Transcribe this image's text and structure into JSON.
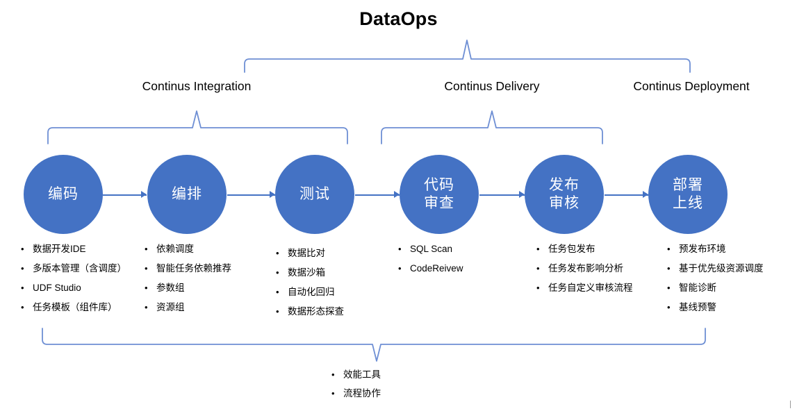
{
  "title": "DataOps",
  "sections": [
    {
      "label": "Continus Integration"
    },
    {
      "label": "Continus Delivery"
    },
    {
      "label": "Continus Deployment"
    }
  ],
  "colors": {
    "node_fill": "#4472C4",
    "arrow": "#4472C4",
    "brace": "#6E8FD4",
    "node_text": "#FFFFFF",
    "text": "#000000",
    "background": "#FFFFFF"
  },
  "flow": {
    "nodes": [
      {
        "name": "coding",
        "lines": [
          "编码"
        ]
      },
      {
        "name": "orchestration",
        "lines": [
          "编排"
        ]
      },
      {
        "name": "testing",
        "lines": [
          "测试"
        ]
      },
      {
        "name": "code-review",
        "lines": [
          "代码",
          "审查"
        ]
      },
      {
        "name": "release-audit",
        "lines": [
          "发布",
          "审核"
        ]
      },
      {
        "name": "deployment",
        "lines": [
          "部署",
          "上线"
        ]
      }
    ],
    "arrow_count": 5
  },
  "capabilities": [
    {
      "for": "coding",
      "items": [
        "数据开发IDE",
        "多版本管理（含调度）",
        "UDF Studio",
        "任务模板（组件库）"
      ]
    },
    {
      "for": "orchestration",
      "items": [
        "依赖调度",
        "智能任务依赖推荐",
        "参数组",
        "资源组"
      ]
    },
    {
      "for": "testing",
      "items": [
        "数据比对",
        "数据沙箱",
        "自动化回归",
        "数据形态探查"
      ]
    },
    {
      "for": "code-review",
      "items": [
        "SQL Scan",
        "CodeReivew"
      ]
    },
    {
      "for": "release-audit",
      "items": [
        "任务包发布",
        "任务发布影响分析",
        "任务自定义审核流程"
      ]
    },
    {
      "for": "deployment",
      "items": [
        "预发布环境",
        "基于优先级资源调度",
        "智能诊断",
        "基线预警"
      ]
    }
  ],
  "shared_capabilities": [
    "效能工具",
    "流程协作"
  ]
}
